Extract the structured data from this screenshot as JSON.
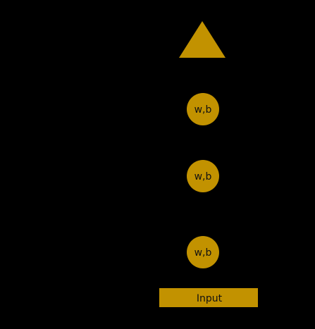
{
  "colors": {
    "background": "#000000",
    "node_fill": "#C29200",
    "edge": "#000000"
  },
  "output": {
    "shape": "triangle"
  },
  "layers": [
    {
      "label": "w,b"
    },
    {
      "label": "w,b"
    },
    {
      "label": "w,b"
    }
  ],
  "input": {
    "label": "Input"
  }
}
